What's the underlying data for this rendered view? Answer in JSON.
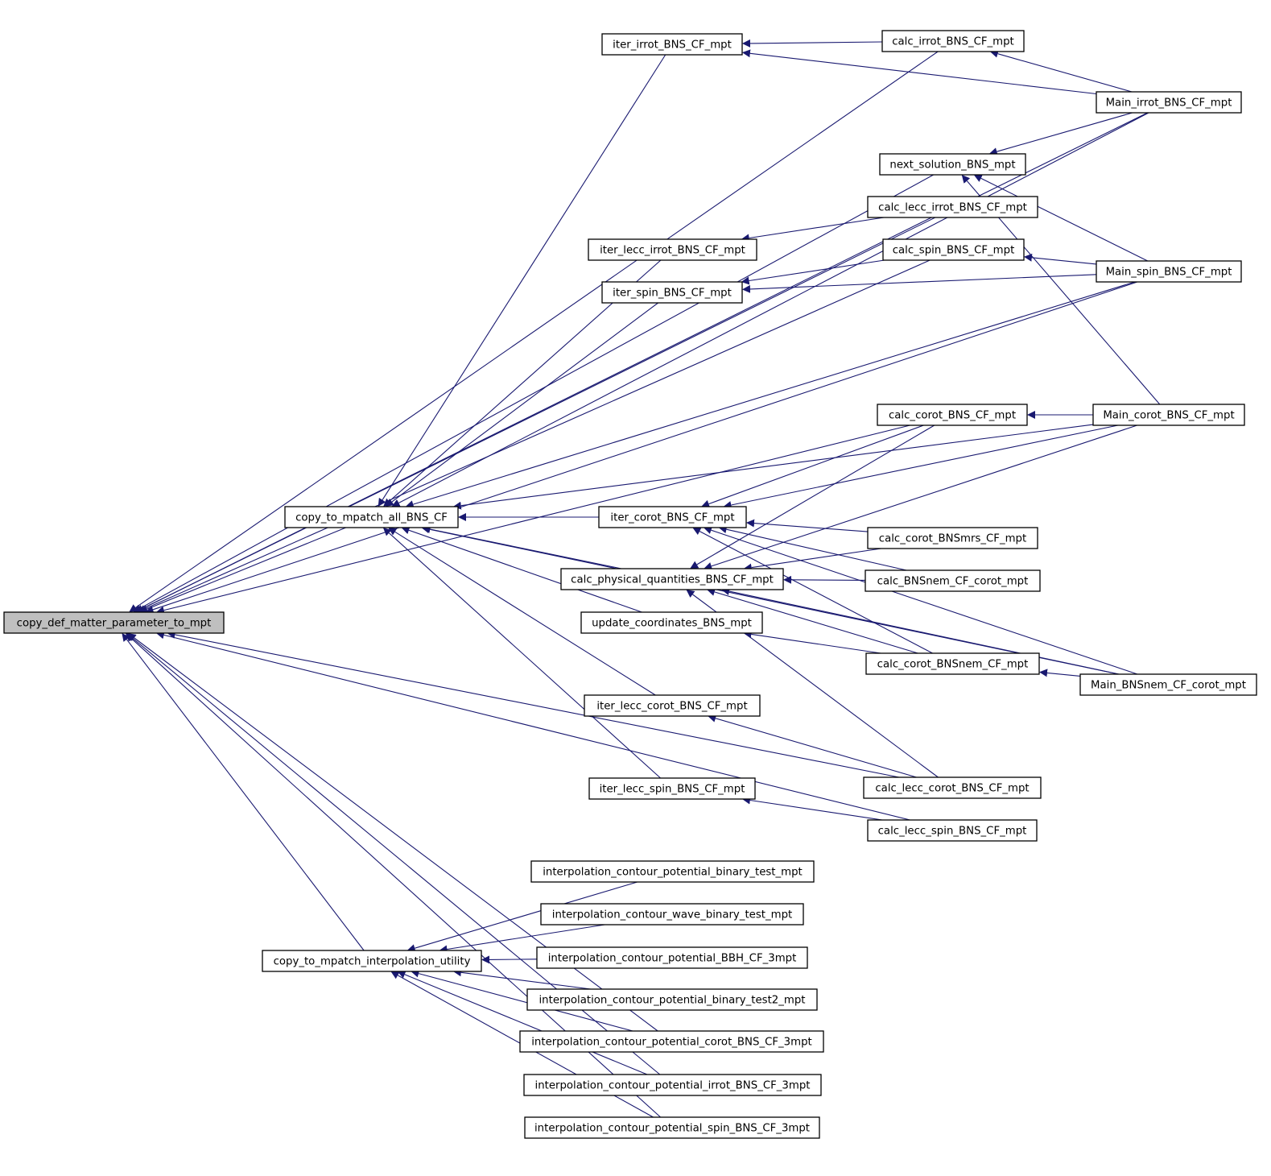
{
  "diagram": {
    "type": "call-graph",
    "edge_color": "#191970",
    "root_fill": "#bfbfbf",
    "nodes": [
      {
        "id": "root",
        "label": "copy_def_matter_parameter_to_mpt"
      },
      {
        "id": "cpall",
        "label": "copy_to_mpatch_all_BNS_CF"
      },
      {
        "id": "cpinterp",
        "label": "copy_to_mpatch_interpolation_utility"
      },
      {
        "id": "iter_irrot",
        "label": "iter_irrot_BNS_CF_mpt"
      },
      {
        "id": "iter_lecc_irrot",
        "label": "iter_lecc_irrot_BNS_CF_mpt"
      },
      {
        "id": "iter_spin",
        "label": "iter_spin_BNS_CF_mpt"
      },
      {
        "id": "iter_corot",
        "label": "iter_corot_BNS_CF_mpt"
      },
      {
        "id": "calc_phys",
        "label": "calc_physical_quantities_BNS_CF_mpt"
      },
      {
        "id": "update_coord",
        "label": "update_coordinates_BNS_mpt"
      },
      {
        "id": "iter_lecc_corot",
        "label": "iter_lecc_corot_BNS_CF_mpt"
      },
      {
        "id": "iter_lecc_spin",
        "label": "iter_lecc_spin_BNS_CF_mpt"
      },
      {
        "id": "ic_pot_bin",
        "label": "interpolation_contour_potential_binary_test_mpt"
      },
      {
        "id": "ic_wave_bin",
        "label": "interpolation_contour_wave_binary_test_mpt"
      },
      {
        "id": "ic_pot_bbh",
        "label": "interpolation_contour_potential_BBH_CF_3mpt"
      },
      {
        "id": "ic_pot_bin2",
        "label": "interpolation_contour_potential_binary_test2_mpt"
      },
      {
        "id": "ic_pot_corot",
        "label": "interpolation_contour_potential_corot_BNS_CF_3mpt"
      },
      {
        "id": "ic_pot_irrot",
        "label": "interpolation_contour_potential_irrot_BNS_CF_3mpt"
      },
      {
        "id": "ic_pot_spin",
        "label": "interpolation_contour_potential_spin_BNS_CF_3mpt"
      },
      {
        "id": "calc_irrot",
        "label": "calc_irrot_BNS_CF_mpt"
      },
      {
        "id": "next_sol",
        "label": "next_solution_BNS_mpt"
      },
      {
        "id": "calc_lecc_irrot",
        "label": "calc_lecc_irrot_BNS_CF_mpt"
      },
      {
        "id": "calc_spin",
        "label": "calc_spin_BNS_CF_mpt"
      },
      {
        "id": "calc_corot",
        "label": "calc_corot_BNS_CF_mpt"
      },
      {
        "id": "calc_corot_mrs",
        "label": "calc_corot_BNSmrs_CF_mpt"
      },
      {
        "id": "calc_nem_corot",
        "label": "calc_BNSnem_CF_corot_mpt"
      },
      {
        "id": "calc_corot_nem",
        "label": "calc_corot_BNSnem_CF_mpt"
      },
      {
        "id": "calc_lecc_corot",
        "label": "calc_lecc_corot_BNS_CF_mpt"
      },
      {
        "id": "calc_lecc_spin",
        "label": "calc_lecc_spin_BNS_CF_mpt"
      },
      {
        "id": "main_irrot",
        "label": "Main_irrot_BNS_CF_mpt"
      },
      {
        "id": "main_spin",
        "label": "Main_spin_BNS_CF_mpt"
      },
      {
        "id": "main_corot",
        "label": "Main_corot_BNS_CF_mpt"
      },
      {
        "id": "main_nem",
        "label": "Main_BNSnem_CF_corot_mpt"
      }
    ],
    "edges": [
      {
        "from": "cpall",
        "to": "root"
      },
      {
        "from": "cpinterp",
        "to": "root"
      },
      {
        "from": "calc_irrot",
        "to": "root"
      },
      {
        "from": "main_irrot",
        "to": "root"
      },
      {
        "from": "next_sol",
        "to": "root"
      },
      {
        "from": "calc_lecc_irrot",
        "to": "root"
      },
      {
        "from": "calc_spin",
        "to": "root"
      },
      {
        "from": "main_spin",
        "to": "root"
      },
      {
        "from": "calc_corot",
        "to": "root"
      },
      {
        "from": "calc_lecc_corot",
        "to": "root"
      },
      {
        "from": "calc_lecc_spin",
        "to": "root"
      },
      {
        "from": "ic_pot_corot",
        "to": "root"
      },
      {
        "from": "ic_pot_irrot",
        "to": "root"
      },
      {
        "from": "ic_pot_spin",
        "to": "root"
      },
      {
        "from": "iter_irrot",
        "to": "cpall"
      },
      {
        "from": "iter_lecc_irrot",
        "to": "cpall"
      },
      {
        "from": "iter_spin",
        "to": "cpall"
      },
      {
        "from": "iter_corot",
        "to": "cpall"
      },
      {
        "from": "calc_phys",
        "to": "cpall"
      },
      {
        "from": "update_coord",
        "to": "cpall"
      },
      {
        "from": "iter_lecc_corot",
        "to": "cpall"
      },
      {
        "from": "iter_lecc_spin",
        "to": "cpall"
      },
      {
        "from": "main_irrot",
        "to": "cpall"
      },
      {
        "from": "main_spin",
        "to": "cpall"
      },
      {
        "from": "main_corot",
        "to": "cpall"
      },
      {
        "from": "main_nem",
        "to": "cpall"
      },
      {
        "from": "ic_pot_bin",
        "to": "cpinterp"
      },
      {
        "from": "ic_wave_bin",
        "to": "cpinterp"
      },
      {
        "from": "ic_pot_bbh",
        "to": "cpinterp"
      },
      {
        "from": "ic_pot_bin2",
        "to": "cpinterp"
      },
      {
        "from": "ic_pot_corot",
        "to": "cpinterp"
      },
      {
        "from": "ic_pot_irrot",
        "to": "cpinterp"
      },
      {
        "from": "ic_pot_spin",
        "to": "cpinterp"
      },
      {
        "from": "calc_irrot",
        "to": "iter_irrot"
      },
      {
        "from": "main_irrot",
        "to": "iter_irrot"
      },
      {
        "from": "calc_lecc_irrot",
        "to": "iter_lecc_irrot"
      },
      {
        "from": "calc_spin",
        "to": "iter_spin"
      },
      {
        "from": "main_spin",
        "to": "iter_spin"
      },
      {
        "from": "calc_corot",
        "to": "iter_corot"
      },
      {
        "from": "main_corot",
        "to": "iter_corot"
      },
      {
        "from": "calc_corot_mrs",
        "to": "iter_corot"
      },
      {
        "from": "calc_corot_nem",
        "to": "iter_corot"
      },
      {
        "from": "calc_nem_corot",
        "to": "iter_corot"
      },
      {
        "from": "main_nem",
        "to": "iter_corot"
      },
      {
        "from": "calc_corot",
        "to": "calc_phys"
      },
      {
        "from": "calc_corot_mrs",
        "to": "calc_phys"
      },
      {
        "from": "calc_nem_corot",
        "to": "calc_phys"
      },
      {
        "from": "calc_corot_nem",
        "to": "calc_phys"
      },
      {
        "from": "calc_lecc_corot",
        "to": "calc_phys"
      },
      {
        "from": "main_corot",
        "to": "calc_phys"
      },
      {
        "from": "main_nem",
        "to": "calc_phys"
      },
      {
        "from": "calc_corot_nem",
        "to": "update_coord"
      },
      {
        "from": "calc_lecc_corot",
        "to": "iter_lecc_corot"
      },
      {
        "from": "calc_lecc_spin",
        "to": "iter_lecc_spin"
      },
      {
        "from": "main_irrot",
        "to": "calc_irrot"
      },
      {
        "from": "main_irrot",
        "to": "next_sol"
      },
      {
        "from": "main_spin",
        "to": "next_sol"
      },
      {
        "from": "main_corot",
        "to": "next_sol"
      },
      {
        "from": "main_spin",
        "to": "calc_spin"
      },
      {
        "from": "main_corot",
        "to": "calc_corot"
      },
      {
        "from": "main_nem",
        "to": "calc_corot_nem"
      }
    ]
  }
}
